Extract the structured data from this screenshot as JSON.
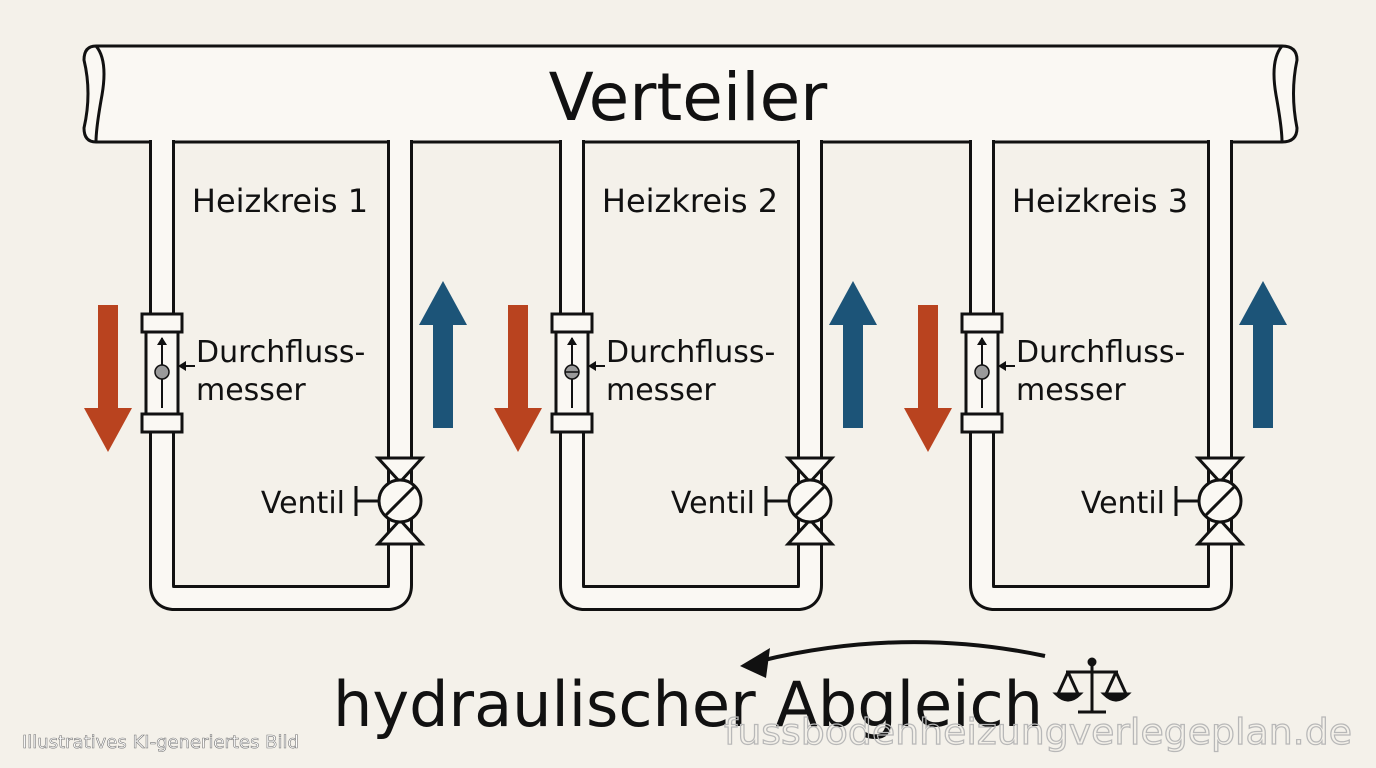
{
  "title": "Verteiler",
  "circuits": [
    {
      "name": "Heizkreis 1",
      "meter_label_line1": "Durchfluss-",
      "meter_label_line2": "messer",
      "valve_label": "Ventil"
    },
    {
      "name": "Heizkreis 2",
      "meter_label_line1": "Durchfluss-",
      "meter_label_line2": "messer",
      "valve_label": "Ventil"
    },
    {
      "name": "Heizkreis 3",
      "meter_label_line1": "Durchfluss-",
      "meter_label_line2": "messer",
      "valve_label": "Ventil"
    }
  ],
  "balance_label": "hydraulischer Abgleich",
  "disclaimer": "Illustratives KI-generiertes Bild",
  "watermark": "fussbodenheizungverlegeplan.de",
  "colors": {
    "supply_arrow": "#b9431f",
    "return_arrow": "#1c5478",
    "line": "#111111",
    "background": "#f4f1ea"
  },
  "icons": {
    "balance": "scale-icon",
    "supply": "arrow-down-icon",
    "return": "arrow-up-icon",
    "valve": "valve-icon",
    "meter": "flowmeter-icon"
  }
}
